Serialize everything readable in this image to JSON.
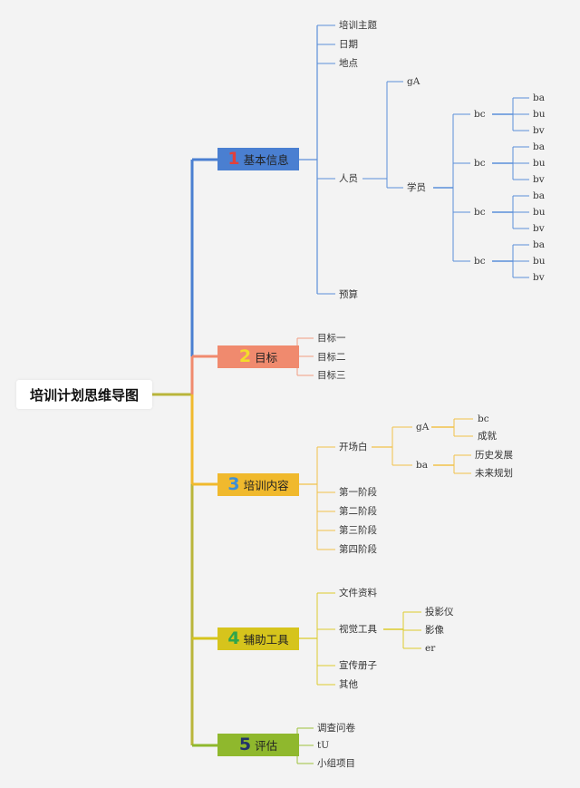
{
  "title": "培训计划思维导图",
  "colors": {
    "b1": "#4a7fd1",
    "b1box": "#4a7fd1",
    "b2": "#f08a6e",
    "b2box": "#f08a6e",
    "b3": "#f0b92d",
    "b3box": "#f0b92d",
    "b4": "#d6c41c",
    "b4box": "#d6c41c",
    "b5": "#8fb82d",
    "b5box": "#8fb82d",
    "root_line": "#b9b53a"
  },
  "branches": [
    {
      "num": "1",
      "num_color": "#e2403a",
      "label": "基本信息",
      "items": [
        "培训主题",
        "日期",
        "地点",
        "人员",
        "预算"
      ],
      "people": {
        "gA": "gA",
        "student": "学员",
        "groups": [
          {
            "label": "bc",
            "items": [
              "ba",
              "bu",
              "bv"
            ]
          },
          {
            "label": "bc",
            "items": [
              "ba",
              "bu",
              "bv"
            ]
          },
          {
            "label": "bc",
            "items": [
              "ba",
              "bu",
              "bv"
            ]
          },
          {
            "label": "bc",
            "items": [
              "ba",
              "bu",
              "bv"
            ]
          }
        ]
      }
    },
    {
      "num": "2",
      "num_color": "#f3dc2a",
      "label": "目标",
      "items": [
        "目标一",
        "目标二",
        "目标三"
      ]
    },
    {
      "num": "3",
      "num_color": "#3d8fd6",
      "label": "培训内容",
      "items": [
        "开场白",
        "第一阶段",
        "第二阶段",
        "第三阶段",
        "第四阶段"
      ],
      "opening": {
        "gA": "gA",
        "gA_items": [
          "bc",
          "成就"
        ],
        "ba": "ba",
        "ba_items": [
          "历史发展",
          "未来规划"
        ]
      }
    },
    {
      "num": "4",
      "num_color": "#2fa54b",
      "label": "辅助工具",
      "items": [
        "文件资料",
        "视觉工具",
        "宣传册子",
        "其他"
      ],
      "visual": [
        "投影仪",
        "影像",
        "er"
      ]
    },
    {
      "num": "5",
      "num_color": "#22336a",
      "label": "评估",
      "items": [
        "调查问卷",
        "tU",
        "小组项目"
      ]
    }
  ]
}
